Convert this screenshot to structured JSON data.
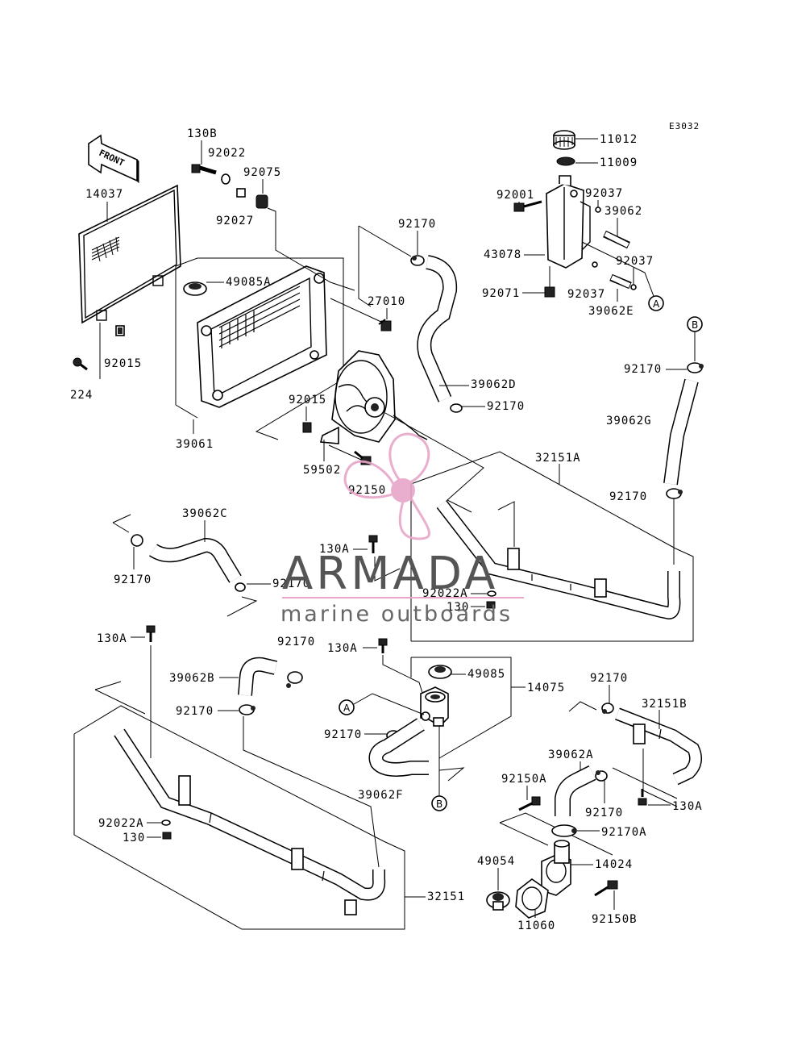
{
  "diagram_code": "E3032",
  "front_label": "FRONT",
  "watermark": {
    "brand": "ARMADA",
    "tagline": "marine outboards",
    "logo_color": "#e7a6c8",
    "text_color": "#555555"
  },
  "part_labels": {
    "p11012": "11012",
    "p11009": "11009",
    "p92001": "92001",
    "p92037a": "92037",
    "p39062": "39062",
    "p43078": "43078",
    "p92037b": "92037",
    "p92071": "92071",
    "p92037c": "92037",
    "p39062E": "39062E",
    "p130B": "130B",
    "p92022": "92022",
    "p92075": "92075",
    "p92027": "92027",
    "p14037": "14037",
    "p49085A": "49085A",
    "p92170a": "92170",
    "p27010": "27010",
    "p92015a": "92015",
    "p224": "224",
    "p39062D": "39062D",
    "p92170b": "92170",
    "p92015b": "92015",
    "p39061": "39061",
    "p59502": "59502",
    "p92150": "92150",
    "p92170c": "92170",
    "p39062G": "39062G",
    "p32151A": "32151A",
    "p92170d": "92170",
    "p39062C": "39062C",
    "p130Aa": "130A",
    "p92170e": "92170",
    "p92170f": "92170",
    "p92022Aa": "92022A",
    "p130a": "130",
    "p130Ab": "130A",
    "p92170g": "92170",
    "p130Ac": "130A",
    "p39062B": "39062B",
    "p49085": "49085",
    "p14075": "14075",
    "p92170h": "92170",
    "p92170i": "92170",
    "p32151B": "32151B",
    "p92170j": "92170",
    "p39062F": "39062F",
    "p39062A": "39062A",
    "p92150A": "92150A",
    "p92170k": "92170",
    "p130Ad": "130A",
    "p92022Ab": "92022A",
    "p130b": "130",
    "p92170A": "92170A",
    "p49054": "49054",
    "p14024": "14024",
    "p32151": "32151",
    "p11060": "11060",
    "p92150B": "92150B"
  },
  "callouts": {
    "A": "A",
    "B": "B"
  }
}
